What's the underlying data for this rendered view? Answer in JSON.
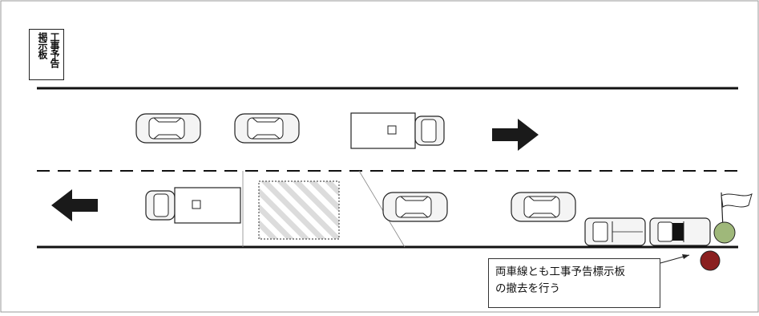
{
  "sign": {
    "label_col1": "工事予告",
    "label_col2": "掲示板"
  },
  "notice": {
    "line1": "両車線とも工事予告標示板",
    "line2": "の撤去を行う"
  },
  "colors": {
    "line": "#111111",
    "arrow": "#1a1a1a",
    "car_fill": "#f4f4f4",
    "work_zone": "#d9d9d9",
    "flag_pole_dot_green": "#9fb87a",
    "marker_red": "#8a1f1f"
  }
}
